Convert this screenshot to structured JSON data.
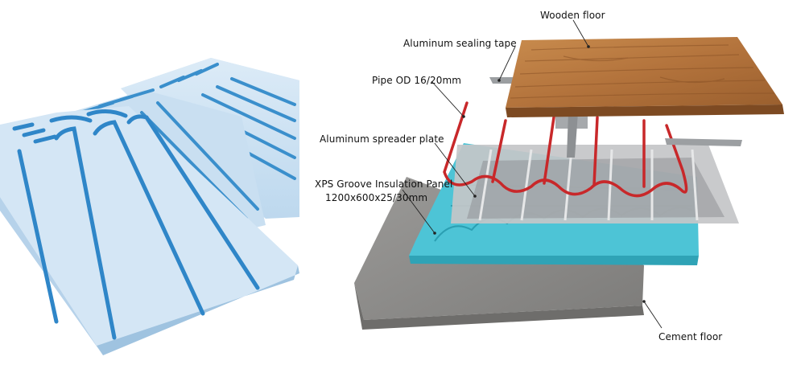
{
  "labels": {
    "wooden_floor": "Wooden floor",
    "sealing_tape": "Aluminum sealing tape",
    "pipe": "Pipe OD 16/20mm",
    "spreader_plate": "Aluminum spreader plate",
    "xps_panel_line1": "XPS Groove Insulation Panel",
    "xps_panel_line2": "1200x600x25/30mm",
    "cement_floor": "Cement floor"
  },
  "colors": {
    "xps_light": "#cfe3f3",
    "xps_groove": "#2f86c8",
    "xps_teal": "#4cc3d4",
    "pipe_red": "#c8282a",
    "aluminum": "#c9cbcd",
    "wood": "#b8783f",
    "cement": "#8b8a88"
  }
}
